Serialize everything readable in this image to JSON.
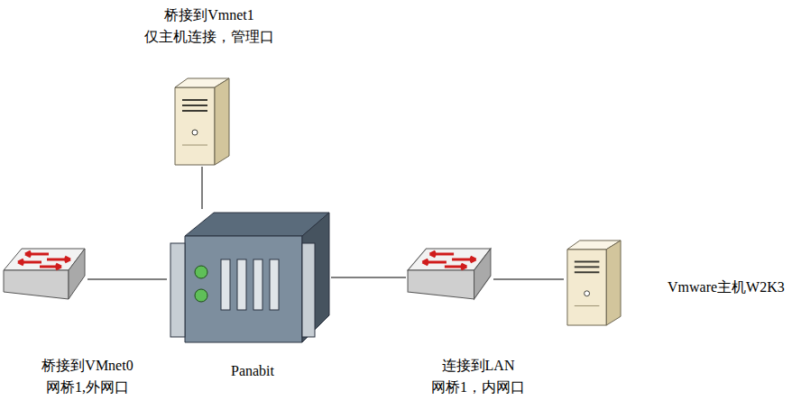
{
  "diagram": {
    "nodes": [
      {
        "text": [
          "桥接到Vmnet1",
          "仅主机连接，管理口"
        ]
      },
      {
        "text": [
          "桥接到VMnet0",
          "网桥1,外网口"
        ]
      },
      {
        "text": [
          "Panabit"
        ]
      },
      {
        "text": [
          "连接到LAN",
          "网桥1，内网口"
        ]
      },
      {
        "text": [
          "Vmware主机W2K3"
        ]
      }
    ],
    "edges": [
      {
        "from": 0,
        "to": 2,
        "arrow": "none"
      },
      {
        "from": 1,
        "to": 2,
        "arrow": "none"
      },
      {
        "from": 2,
        "to": 3,
        "arrow": "none"
      },
      {
        "from": 3,
        "to": 4,
        "arrow": "none"
      }
    ]
  }
}
